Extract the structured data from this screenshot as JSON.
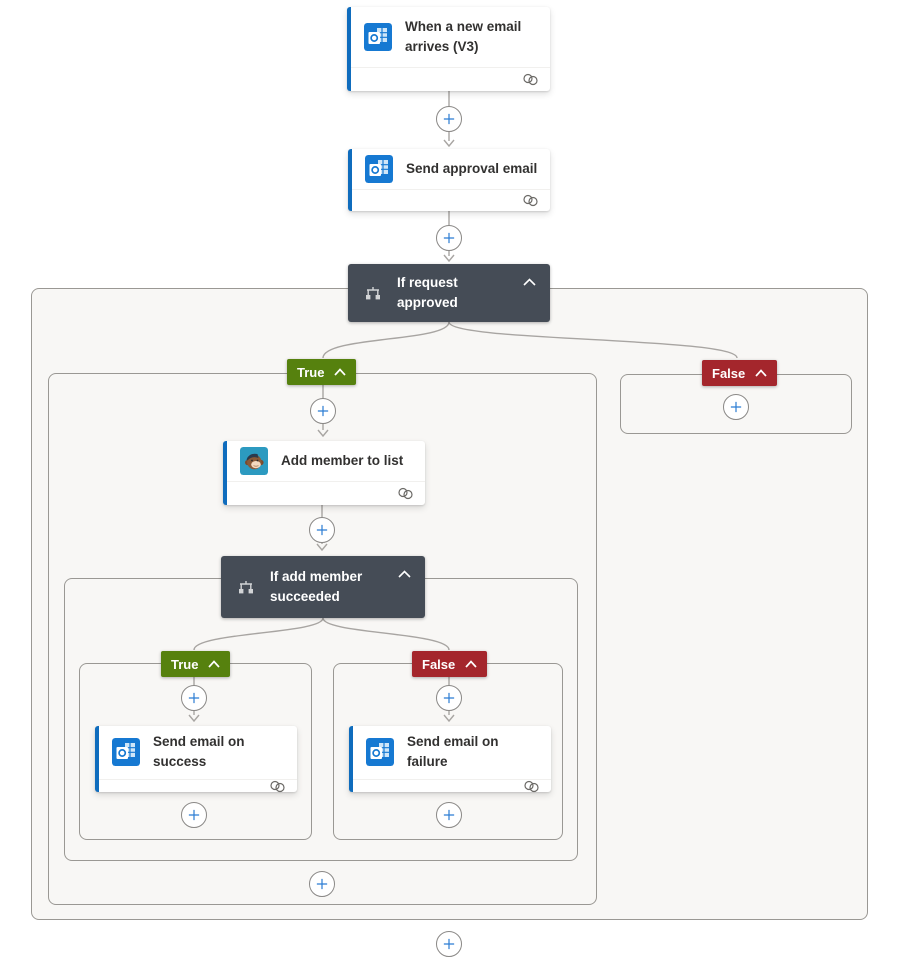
{
  "colors": {
    "accent-blue": "#0f6cbd",
    "icon-blue": "#1679d2",
    "icon-blue-light": "#9fd0f5",
    "condition-bg": "#454c56",
    "condition-glyph": "#d2d4d6",
    "true-green": "#56810e",
    "false-red": "#a4262c",
    "connector": "#a8a5a2",
    "container-bg": "#f8f7f5",
    "container-border": "#9a9894",
    "plus-blue": "#2b7cd3",
    "plus-border": "#8a8886",
    "card-title": "#323130",
    "mailchimp-teal": "#2c9ac0",
    "conn-icon-gray": "#6b6966"
  },
  "branches": {
    "true_label": "True",
    "false_label": "False"
  },
  "nodes": {
    "trigger": {
      "title": "When a new email arrives (V3)",
      "icon": "outlook-icon"
    },
    "send_approval": {
      "title": "Send approval email",
      "icon": "outlook-icon"
    },
    "condition_request": {
      "title": "If request approved",
      "icon": "condition-icon"
    },
    "add_member": {
      "title": "Add member to list",
      "icon": "mailchimp-icon"
    },
    "condition_add_member": {
      "title": "If add member succeeded",
      "icon": "condition-icon"
    },
    "send_success": {
      "title": "Send email on success",
      "icon": "outlook-icon"
    },
    "send_failure": {
      "title": "Send email on failure",
      "icon": "outlook-icon"
    }
  }
}
